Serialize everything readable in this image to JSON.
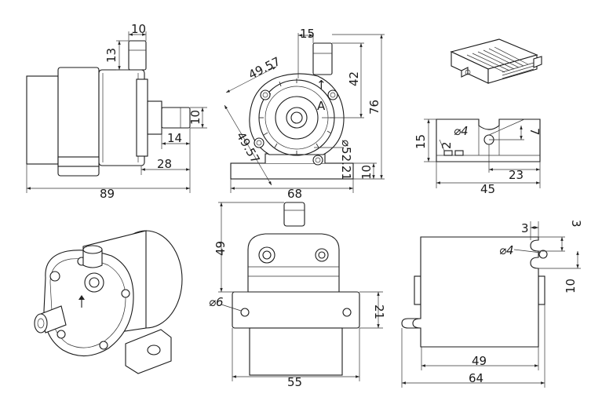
{
  "dimensions": {
    "side_view": {
      "outlet_width": "10",
      "outlet_height": "13",
      "inlet_length": "14",
      "inlet_diameter": "10",
      "housing_depth": "28",
      "overall_length": "89"
    },
    "front_view": {
      "outlet_offset": "15",
      "flange_diag_top": "49.57",
      "flange_diag_left": "49.57",
      "outlet_height": "42",
      "overall_height": "76",
      "housing_diameter": "⌀52.21",
      "base_thickness": "10",
      "base_width": "68"
    },
    "base_detail": {
      "height": "15",
      "slot_offset": "2",
      "hole_diameter": "⌀4",
      "hole_height": "7",
      "hole_to_edge": "23",
      "width": "45"
    },
    "top_view": {
      "height": "49",
      "hole_diameter": "⌀6",
      "flange_height": "21",
      "width": "55"
    },
    "bracket": {
      "notch_top_width": "3",
      "notch_top_depth": "3",
      "hole_diameter": "⌀4",
      "notch_spacing": "10",
      "slot_span": "49",
      "overall_width": "64"
    }
  },
  "symbols": {
    "flow_arrow": "↑",
    "brand_mark": "A"
  }
}
